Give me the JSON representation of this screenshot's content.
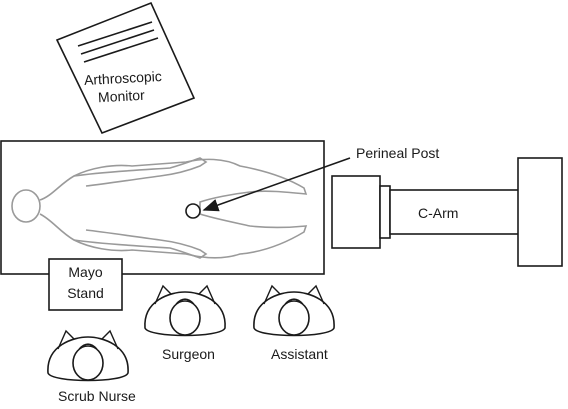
{
  "labels": {
    "monitor_line1": "Arthroscopic",
    "monitor_line2": "Monitor",
    "perineal_post": "Perineal Post",
    "c_arm": "C-Arm",
    "mayo_line1": "Mayo",
    "mayo_line2": "Stand",
    "surgeon": "Surgeon",
    "assistant": "Assistant",
    "scrub_nurse": "Scrub Nurse"
  },
  "colors": {
    "line": "#1a1a1a",
    "body_outline": "#9a9a9a",
    "background": "#ffffff"
  }
}
